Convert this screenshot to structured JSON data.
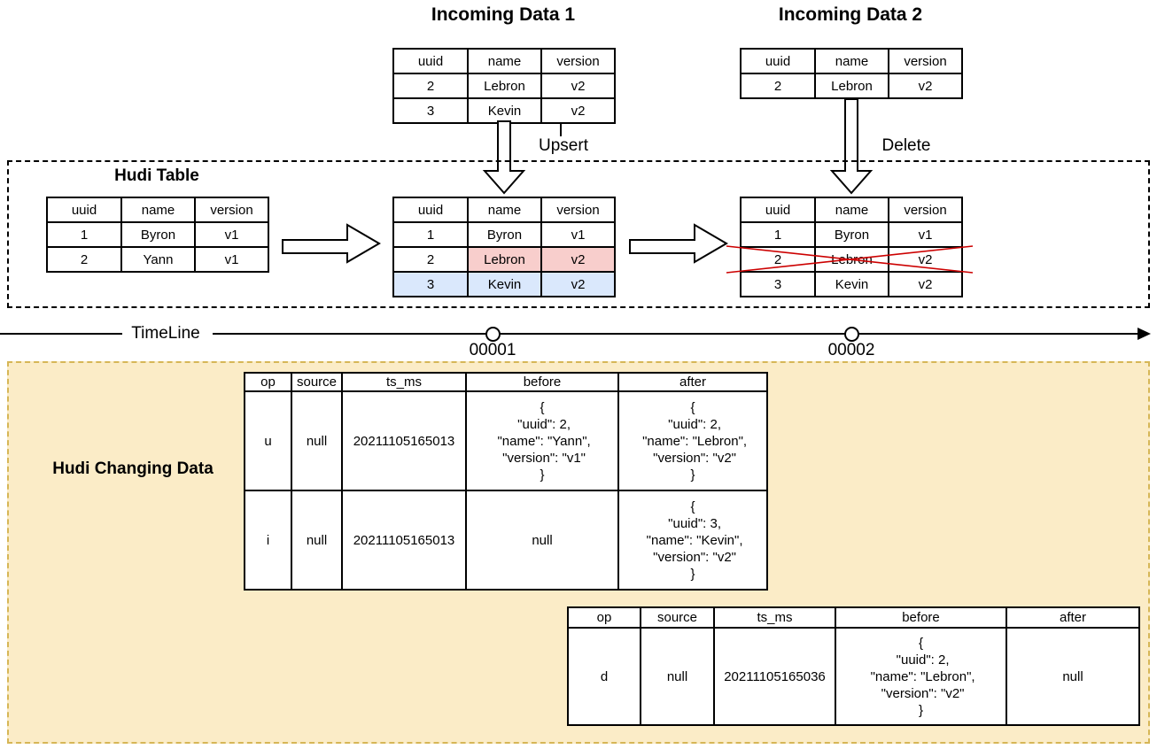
{
  "titles": {
    "incoming1": "Incoming Data 1",
    "incoming2": "Incoming Data 2",
    "hudi_table": "Hudi Table",
    "changing": "Hudi Changing Data"
  },
  "operations": {
    "upsert": "Upsert",
    "delete": "Delete"
  },
  "timeline": {
    "label": "TimeLine",
    "instants": [
      "00001",
      "00002"
    ]
  },
  "tables": {
    "incoming1": {
      "headers": [
        "uuid",
        "name",
        "version"
      ],
      "rows": [
        [
          "2",
          "Lebron",
          "v2"
        ],
        [
          "3",
          "Kevin",
          "v2"
        ]
      ]
    },
    "incoming2": {
      "headers": [
        "uuid",
        "name",
        "version"
      ],
      "rows": [
        [
          "2",
          "Lebron",
          "v2"
        ]
      ]
    },
    "hudi_before": {
      "headers": [
        "uuid",
        "name",
        "version"
      ],
      "rows": [
        [
          "1",
          "Byron",
          "v1"
        ],
        [
          "2",
          "Yann",
          "v1"
        ]
      ]
    },
    "hudi_after_upsert": {
      "headers": [
        "uuid",
        "name",
        "version"
      ],
      "rows": [
        [
          "1",
          "Byron",
          "v1"
        ],
        [
          "2",
          "Lebron",
          "v2"
        ],
        [
          "3",
          "Kevin",
          "v2"
        ]
      ]
    },
    "hudi_after_delete": {
      "headers": [
        "uuid",
        "name",
        "version"
      ],
      "rows": [
        [
          "1",
          "Byron",
          "v1"
        ],
        [
          "2",
          "Lebron",
          "v2"
        ],
        [
          "3",
          "Kevin",
          "v2"
        ]
      ]
    },
    "cdc1": {
      "headers": [
        "op",
        "source",
        "ts_ms",
        "before",
        "after"
      ],
      "rows": [
        [
          "u",
          "null",
          "20211105165013",
          "{\n \"uuid\": 2,\n \"name\": \"Yann\",\n \"version\": \"v1\"\n}",
          "{\n \"uuid\": 2,\n \"name\": \"Lebron\",\n \"version\": \"v2\"\n}"
        ],
        [
          "i",
          "null",
          "20211105165013",
          "null",
          "{\n \"uuid\": 3,\n \"name\": \"Kevin\",\n \"version\": \"v2\"\n}"
        ]
      ]
    },
    "cdc2": {
      "headers": [
        "op",
        "source",
        "ts_ms",
        "before",
        "after"
      ],
      "rows": [
        [
          "d",
          "null",
          "20211105165036",
          "{\n \"uuid\": 2,\n \"name\": \"Lebron\",\n \"version\": \"v2\"\n}",
          "null"
        ]
      ]
    }
  },
  "colors": {
    "update_highlight_fill": "#f8cecc",
    "update_highlight_stroke": "#b85450",
    "insert_highlight_fill": "#dae8fc",
    "insert_highlight_stroke": "#6c8ebf",
    "changing_box_fill": "#fbecc7",
    "changing_box_stroke": "#d6b656",
    "delete_cross": "#cc0000"
  }
}
